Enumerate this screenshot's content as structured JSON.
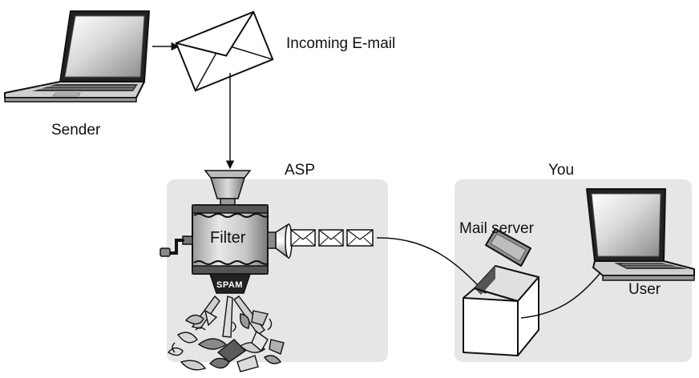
{
  "labels": {
    "incoming_email": "Incoming E-mail",
    "sender": "Sender",
    "asp": "ASP",
    "you": "You",
    "filter": "Filter",
    "spam": "SPAM",
    "mail_server": "Mail server",
    "user": "User"
  },
  "icons": {
    "sender": "laptop-icon",
    "email": "envelope-icon",
    "filter": "grinder-machine-icon",
    "mail_server": "open-box-icon",
    "user": "laptop-icon"
  },
  "colors": {
    "panel": "#e6e6e6",
    "stroke": "#111111"
  }
}
